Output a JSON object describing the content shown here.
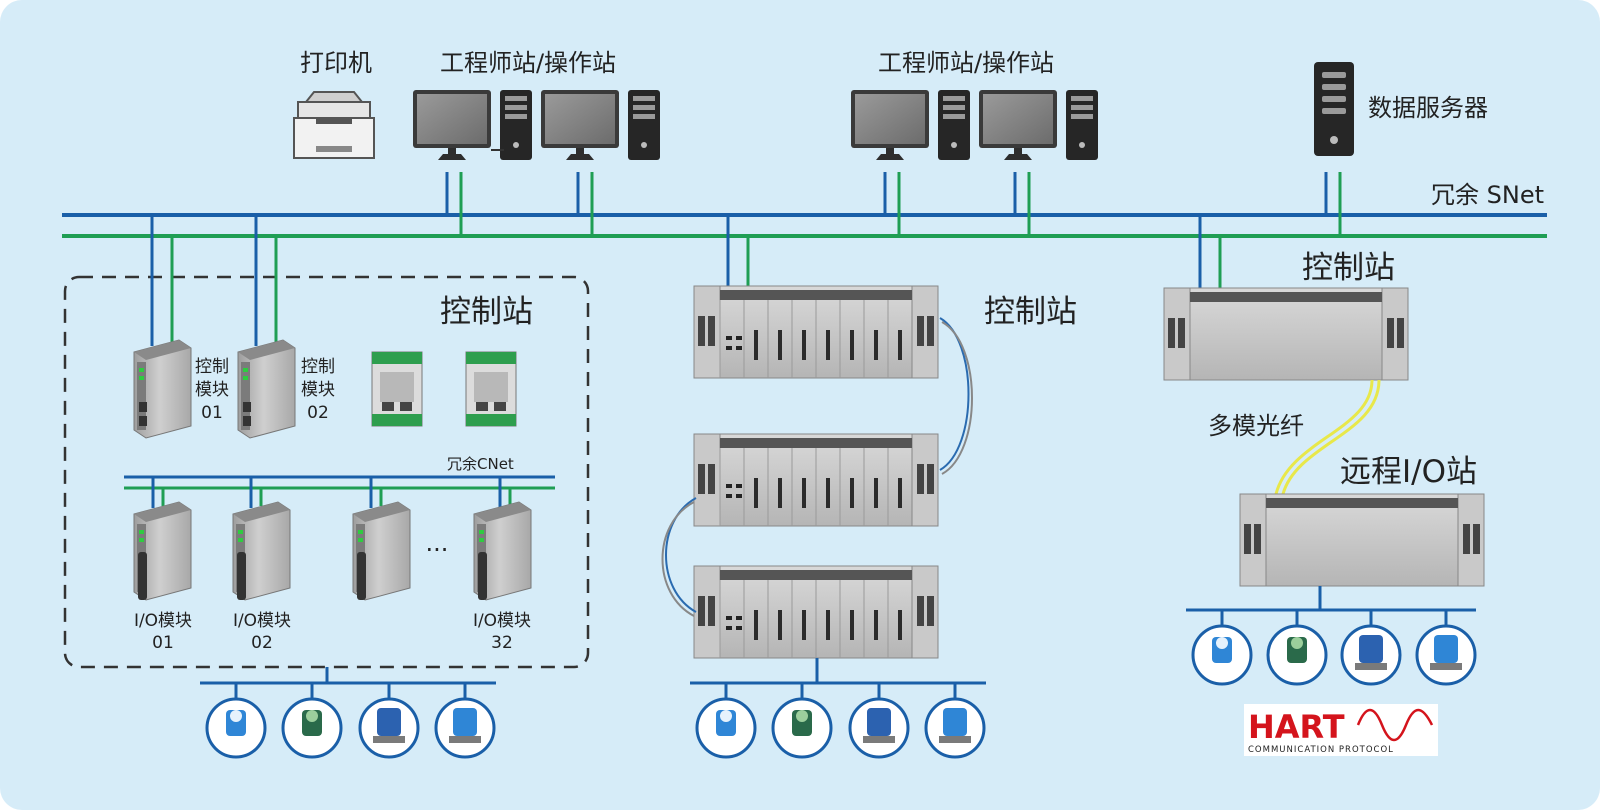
{
  "labels": {
    "printer": "打印机",
    "eng_station_left": "工程师站/操作站",
    "eng_station_right": "工程师站/操作站",
    "data_server": "数据服务器",
    "snet": "冗余 SNet",
    "control_station_left": "控制站",
    "control_station_mid": "控制站",
    "control_station_right": "控制站",
    "control_module_01": [
      "控制",
      "模块",
      "01"
    ],
    "control_module_02": [
      "控制",
      "模块",
      "02"
    ],
    "cnet": "冗余CNet",
    "io_module_01": [
      "I/O模块",
      "01"
    ],
    "io_module_02": [
      "I/O模块",
      "02"
    ],
    "io_module_32": [
      "I/O模块",
      "32"
    ],
    "ellipsis": "...",
    "multimode_fiber": "多模光纤",
    "remote_io_station": "远程I/O站"
  },
  "hart_logo": {
    "word": "HART",
    "tagline": "COMMUNICATION PROTOCOL"
  },
  "colors": {
    "background_panel": "#d6ecf8",
    "net_blue": "#1a5fa8",
    "net_green": "#1f9e54",
    "fiber": "#e8e84a",
    "device_grey": "#bdbdbd",
    "hart_red": "#d4141c"
  }
}
